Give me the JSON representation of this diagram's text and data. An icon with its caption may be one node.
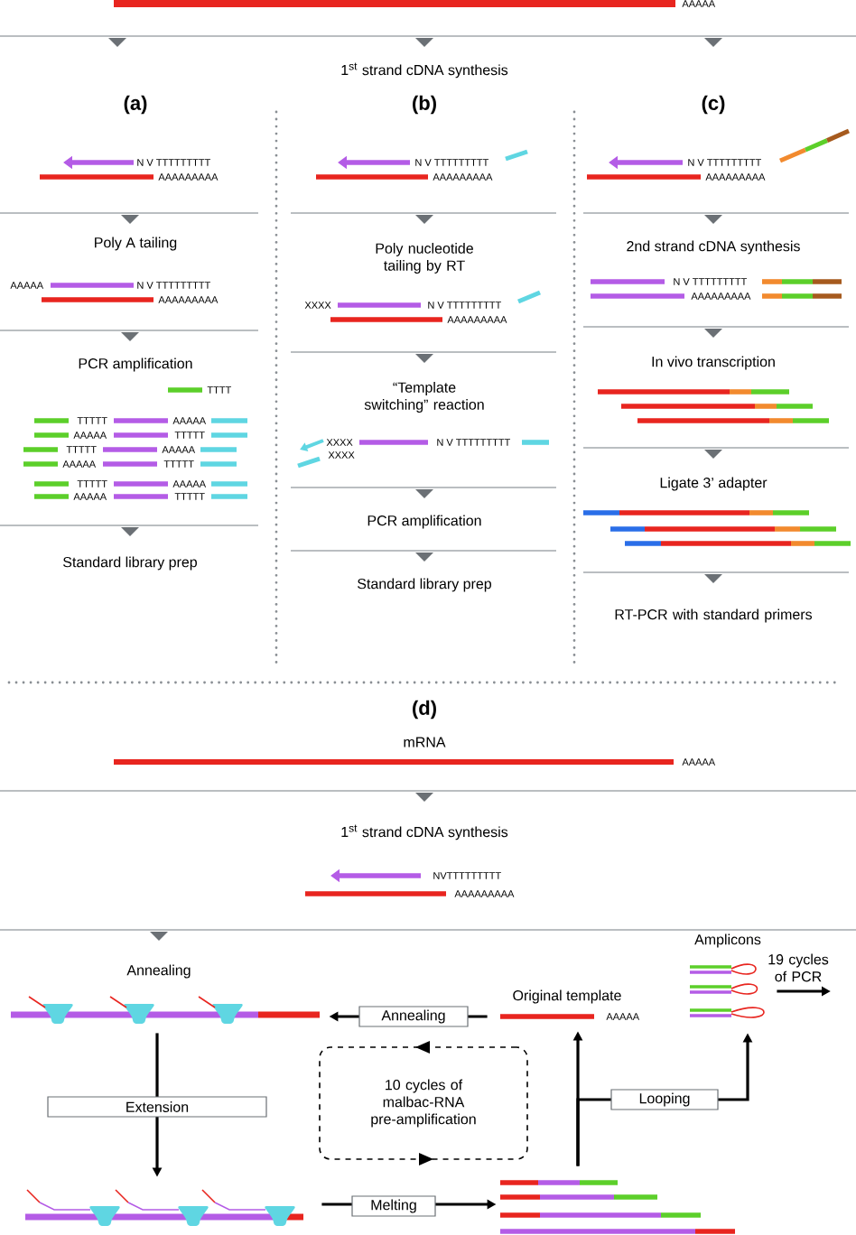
{
  "diagram": {
    "nodes": [
      {
        "text": [],
        "shape": "bar"
      },
      {
        "text": [
          "Original template",
          "AAAAA"
        ]
      },
      {
        "text": [
          "Amplicons"
        ]
      },
      {
        "text": [
          "10 cycles of malbac-RNA pre-amplification"
        ]
      },
      {
        "text": [],
        "shape": "bar"
      },
      {
        "text": [],
        "shape": "bar"
      }
    ],
    "edges": [
      {
        "from": 0,
        "to": 4,
        "arrow": "to",
        "label": "Extension"
      },
      {
        "from": 4,
        "to": 5,
        "arrow": "to",
        "label": "Melting"
      },
      {
        "from": 1,
        "to": 0,
        "arrow": "to",
        "label": "Annealing"
      },
      {
        "from": 5,
        "to": 1,
        "arrow": "to"
      },
      {
        "from": 5,
        "to": 2,
        "arrow": "to",
        "label": "Looping"
      },
      {
        "from": 2,
        "to": null,
        "arrow": "to",
        "label": "19 cycles of PCR"
      }
    ],
    "labels": [
      "AAAAA",
      "1$^{st}$ strand cDNA synthesis",
      "(a)",
      "(b)",
      "(c)",
      "N V TTTTTTTTT",
      "AAAAAAAAA",
      "Poly A tailing",
      "AAAAA",
      "N V TTTTTTTTT",
      "AAAAAAAAA",
      "PCR amplification",
      "TTTT",
      "TTTTT",
      "AAAAA",
      "AAAAA",
      "TTTTT",
      "TTTTT",
      "AAAAA",
      "AAAAA",
      "TTTTT",
      "TTTTT",
      "AAAAA",
      "AAAAA",
      "TTTTT",
      "Standard library prep",
      "N V TTTTTTTTT",
      "AAAAAAAAA",
      "Poly nucleotide tailing by RT",
      "XXXX",
      "N V TTTTTTTTT",
      "AAAAAAAAA",
      "“Template switching” reaction",
      "XXXX",
      "N V TTTTTTTTT",
      "XXXX",
      "PCR amplification",
      "Standard library prep",
      "N V TTTTTTTTT",
      "AAAAAAAAA",
      "2nd strand cDNA synthesis",
      "N V TTTTTTTTT",
      "AAAAAAAAA",
      "In vivo transcription",
      "Ligate 3’ adapter",
      "RT-PCR with standard primers",
      "(d)",
      "mRNA",
      "AAAAA",
      "1$^{st}$ strand cDNA synthesis",
      "NVTTTTTTTTT",
      "AAAAAAAAA",
      "Annealing"
    ]
  }
}
